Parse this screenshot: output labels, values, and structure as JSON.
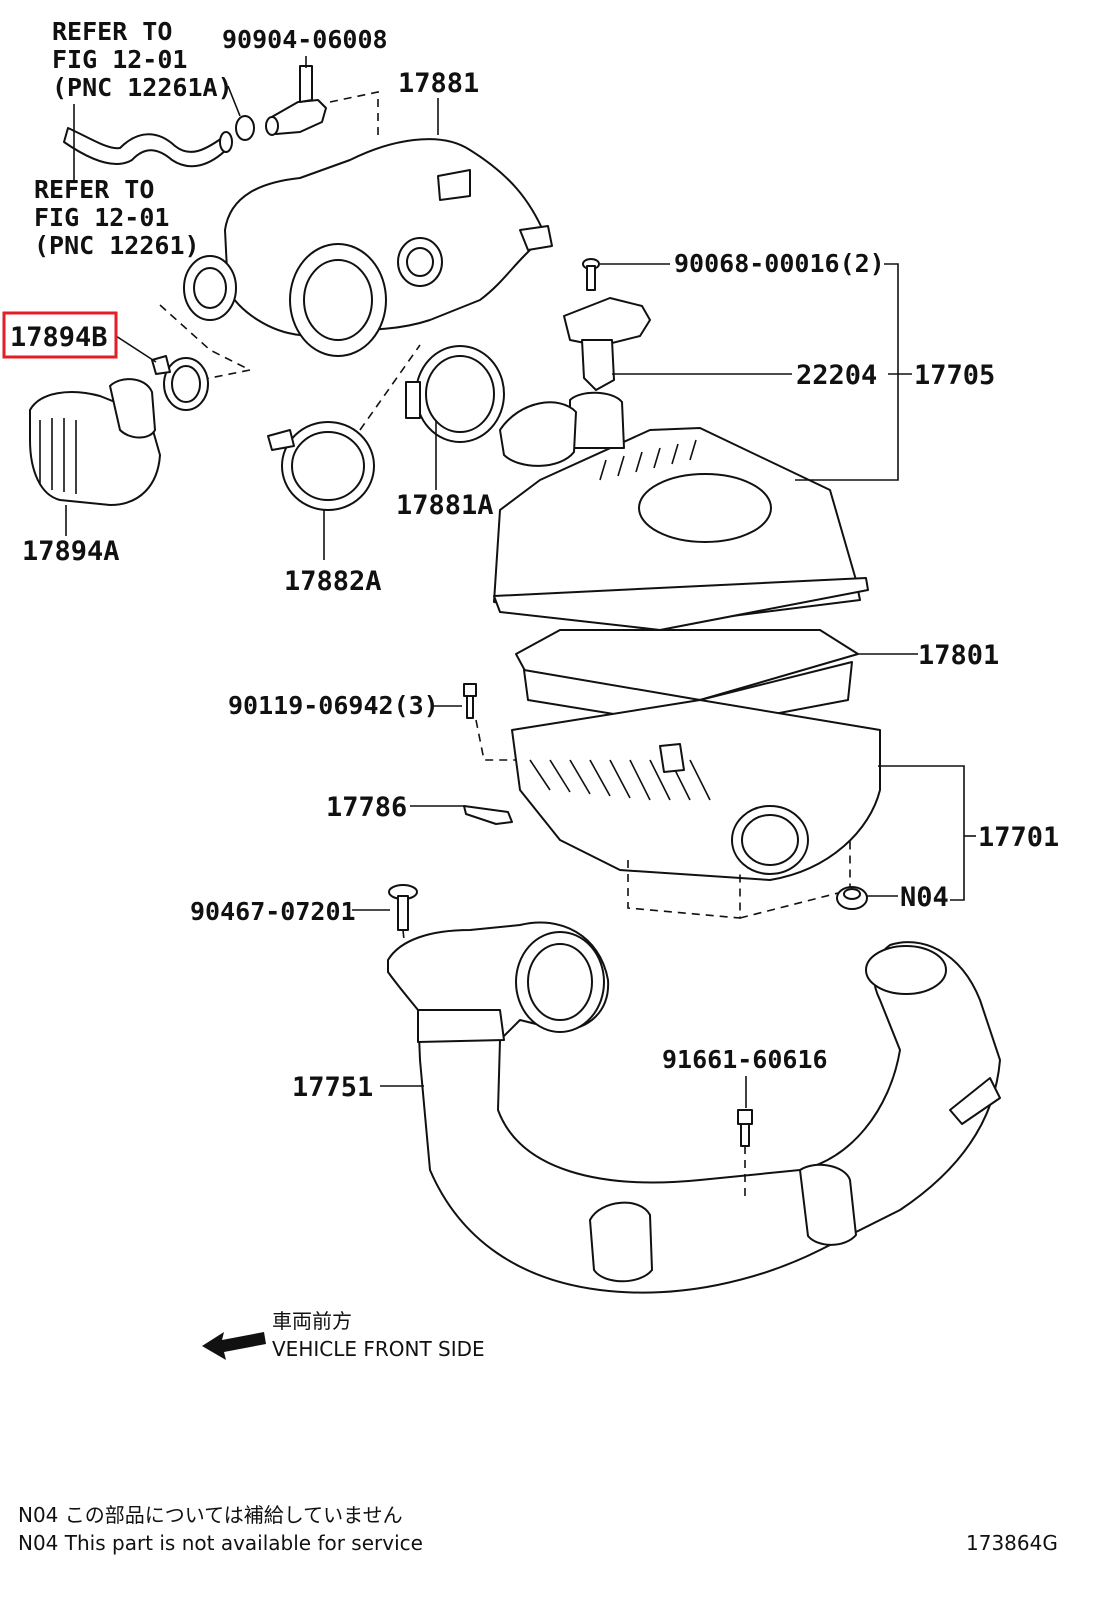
{
  "labels": {
    "refer_top": [
      "REFER TO",
      "FIG 12-01",
      "(PNC 12261A)"
    ],
    "refer_mid": [
      "REFER TO",
      "FIG 12-01",
      "(PNC 12261)"
    ],
    "p90904": "90904-06008",
    "p17881": "17881",
    "p17894B": "17894B",
    "p90068": "90068-00016(2)",
    "p22204": "22204",
    "p17705": "17705",
    "p17881A": "17881A",
    "p17894A": "17894A",
    "p17882A": "17882A",
    "p17801": "17801",
    "p90119": "90119-06942(3)",
    "p17786": "17786",
    "p17701": "17701",
    "pN04": "N04",
    "p90467": "90467-07201",
    "p91661": "91661-60616",
    "p17751": "17751"
  },
  "direction": {
    "jp": "車両前方",
    "en": "VEHICLE FRONT SIDE"
  },
  "footnote": {
    "jp": "N04  この部品については補給していません",
    "en": "N04  This part is not available for service"
  },
  "diagram_id": "173864G",
  "colors": {
    "highlight": "#e41e26",
    "ink": "#111111"
  }
}
